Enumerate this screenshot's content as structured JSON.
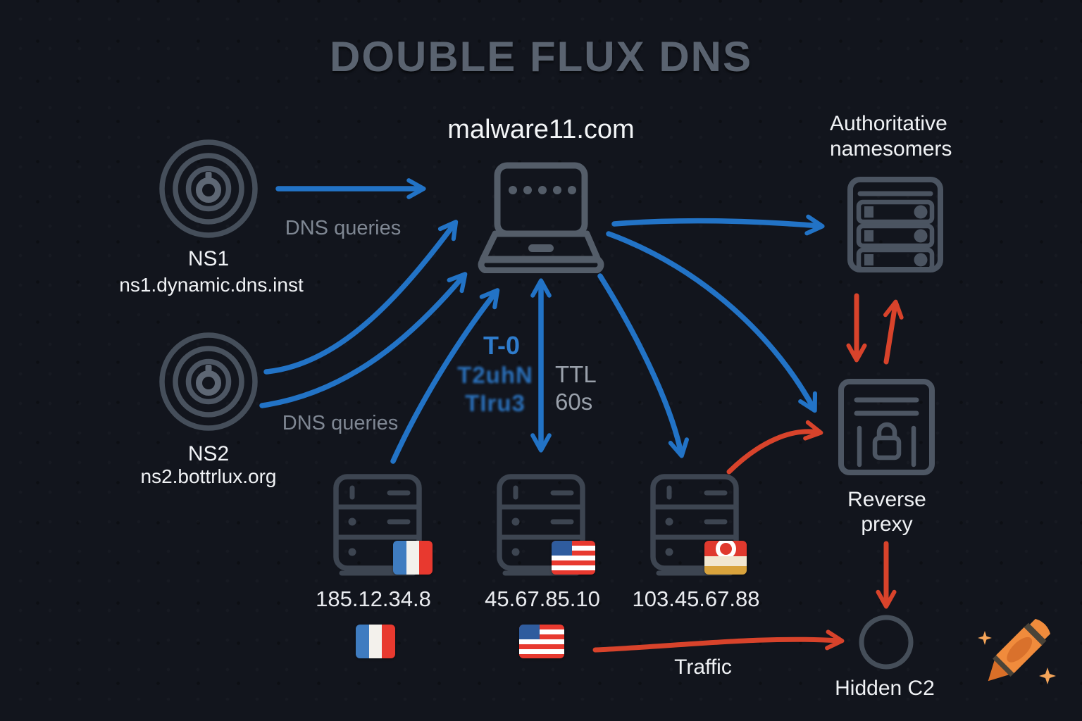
{
  "title": "DOUBLE FLUX DNS",
  "domain": "malware11.com",
  "nameservers": {
    "ns1": {
      "label": "NS1",
      "host": "ns1.dynamic.dns.inst",
      "queries_label": "DNS queries"
    },
    "ns2": {
      "label": "NS2",
      "host": "ns2.bottrlux.org",
      "queries_label": "DNS queries"
    }
  },
  "center": {
    "t0": "T-0",
    "garbled_line1": "T2uhN",
    "garbled_line2": "TIru3",
    "ttl_label": "TTL",
    "ttl_value": "60s"
  },
  "authoritative": {
    "line1": "Authoritative",
    "line2": "namesomers"
  },
  "reverse_proxy": {
    "line1": "Reverse",
    "line2": "prexy"
  },
  "flux_servers": [
    {
      "ip": "185.12.34.8",
      "flag": "france"
    },
    {
      "ip": "45.67.85.10",
      "flag": "usa"
    },
    {
      "ip": "103.45.67.88",
      "flag": "red-white-gold"
    }
  ],
  "bottom": {
    "traffic_label": "Traffic",
    "hidden_c2_label": "Hidden C2"
  },
  "colors": {
    "background": "#12151d",
    "arrow_blue": "#2273c6",
    "arrow_red": "#d8432b",
    "icon_stroke": "#4c5561",
    "title_gray": "#5a6370",
    "text_primary": "#f2f4f6",
    "text_muted": "#7f8793"
  }
}
